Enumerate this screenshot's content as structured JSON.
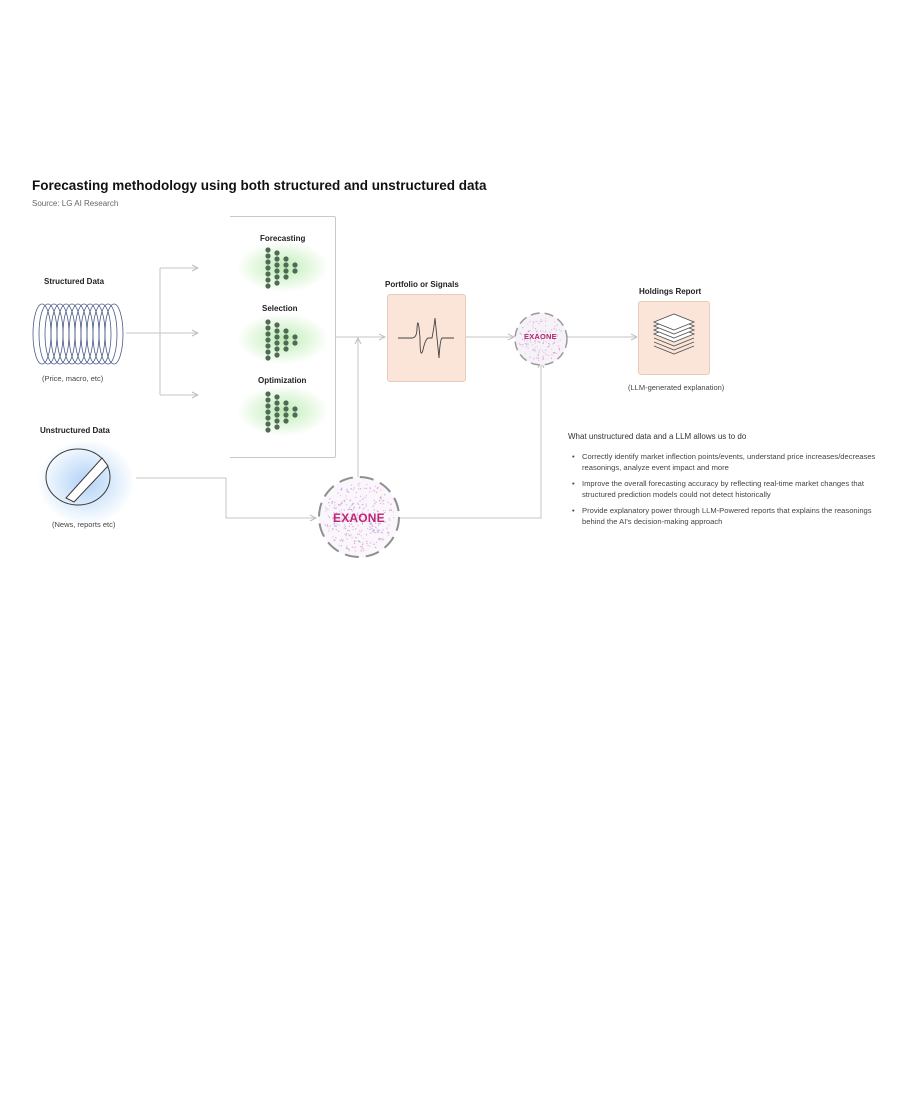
{
  "title": "Forecasting methodology using both structured and unstructured data",
  "source": "Source: LG AI Research",
  "structured": {
    "label": "Structured Data",
    "caption": "(Price, macro, etc)"
  },
  "unstructured": {
    "label": "Unstructured Data",
    "caption": "(News, reports etc)"
  },
  "models": [
    {
      "label": "Forecasting"
    },
    {
      "label": "Selection"
    },
    {
      "label": "Optimization"
    }
  ],
  "portfolio": {
    "label": "Portfolio or Signals"
  },
  "exaone_small": {
    "label": "EXAONE"
  },
  "exaone_large": {
    "label": "EXAONE"
  },
  "holdings": {
    "label": "Holdings Report",
    "caption": "(LLM-generated explanation)"
  },
  "info": {
    "title": "What unstructured data and a LLM allows us to do",
    "bullet_char": "•",
    "bullets": [
      "Correctly identify market inflection points/events, understand price increases/decreases reasonings, analyze event impact and more",
      "Improve the overall forecasting accuracy by reflecting real-time market changes that structured prediction models could not detect historically",
      "Provide explanatory power through LLM-Powered reports that explains the reasonings behind the AI's decision-making approach"
    ]
  },
  "colors": {
    "node_fill": "#4f6b55",
    "arrow": "#c4c4c4",
    "box_fill": "#fbe4d8",
    "exaone_gradient": [
      "#d4237a",
      "#3a2d9c"
    ]
  }
}
